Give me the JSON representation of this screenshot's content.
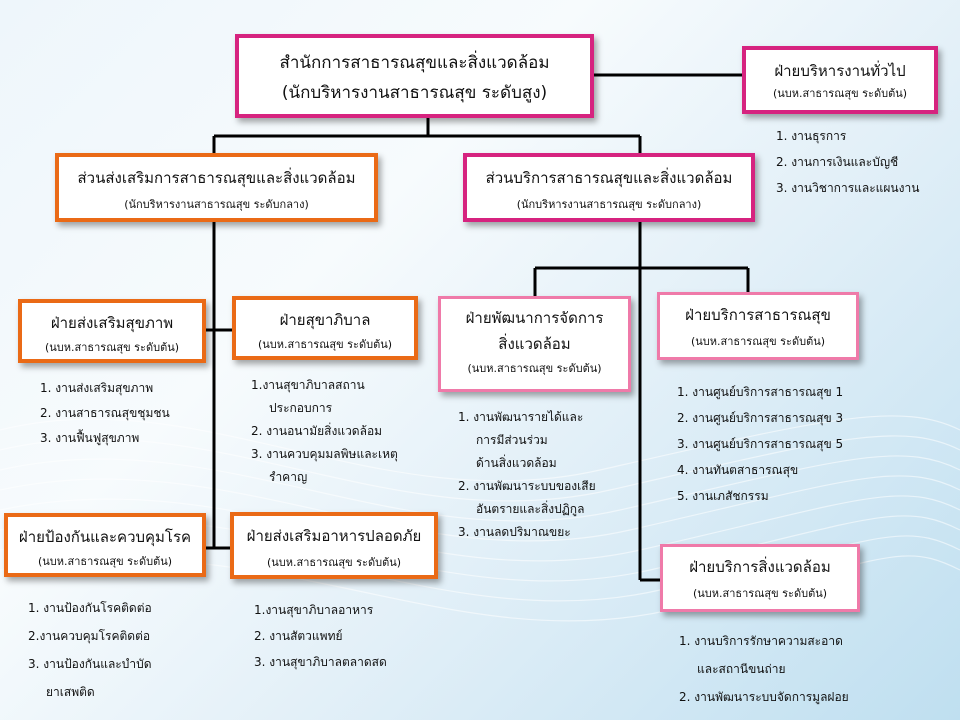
{
  "root": {
    "title": "สำนักการสาธารณสุขและสิ่งแวดล้อม",
    "subtitle": "(นักบริหารงานสาธารณสุข  ระดับสูง)"
  },
  "general_admin": {
    "title": "ฝ่ายบริหารงานทั่วไป",
    "subtitle": "(นบห.สาธารณสุข  ระดับต้น)",
    "items": [
      "1. งานธุรการ",
      "2. งานการเงินและบัญชี",
      "3. งานวิชาการและแผนงาน"
    ]
  },
  "promotion_div": {
    "title": "ส่วนส่งเสริมการสาธารณสุขและสิ่งแวดล้อม",
    "subtitle": "(นักบริหารงานสาธารณสุข ระดับกลาง)"
  },
  "service_div": {
    "title": "ส่วนบริการสาธารณสุขและสิ่งแวดล้อม",
    "subtitle": "(นักบริหารงานสาธารณสุข ระดับกลาง)"
  },
  "health_promotion": {
    "title": "ฝ่ายส่งเสริมสุขภาพ",
    "subtitle": "(นบห.สาธารณสุข ระดับต้น)",
    "items": [
      "1. งานส่งเสริมสุขภาพ",
      "2. งานสาธารณสุขชุมชน",
      "3. งานฟื้นฟูสุขภาพ"
    ]
  },
  "sanitation": {
    "title": "ฝ่ายสุขาภิบาล",
    "subtitle": "(นบห.สาธารณสุข ระดับต้น)",
    "items": [
      "1.งานสุขาภิบาลสถาน",
      "ประกอบการ",
      "2. งานอนามัยสิ่งแวดล้อม",
      "3. งานควบคุมมลพิษและเหตุ",
      "รำคาญ"
    ]
  },
  "disease_control": {
    "title": "ฝ่ายป้องกันและควบคุมโรค",
    "subtitle": "(นบห.สาธารณสุข ระดับต้น)",
    "items": [
      "1. งานป้องกันโรคติดต่อ",
      "2.งานควบคุมโรคติดต่อ",
      "3. งานป้องกันและบำบัด",
      "ยาเสพติด"
    ]
  },
  "food_safety": {
    "title": "ฝ่ายส่งเสริมอาหารปลอดภัย",
    "subtitle": "(นบห.สาธารณสุข ระดับต้น)",
    "items": [
      "1.งานสุขาภิบาลอาหาร",
      "2. งานสัตวแพทย์",
      "3. งานสุขาภิบาลตลาดสด"
    ]
  },
  "env_management": {
    "title_line1": "ฝ่ายพัฒนาการจัดการ",
    "title_line2": "สิ่งแวดล้อม",
    "subtitle": "(นบห.สาธารณสุข ระดับต้น)",
    "items": [
      "1. งานพัฒนารายได้และ",
      "การมีส่วนร่วม",
      "ด้านสิ่งแวดล้อม",
      "2. งานพัฒนาระบบของเสีย",
      "อันตรายและสิ่งปฏิกูล",
      "3. งานลดปริมาณขยะ"
    ]
  },
  "public_health_service": {
    "title": "ฝ่ายบริการสาธารณสุข",
    "subtitle": "(นบห.สาธารณสุข  ระดับต้น)",
    "items": [
      "1. งานศูนย์บริการสาธารณสุข 1",
      "2. งานศูนย์บริการสาธารณสุข 3",
      "3. งานศูนย์บริการสาธารณสุข 5",
      "4. งานทันตสาธารณสุข",
      "5. งานเภสัชกรรม"
    ]
  },
  "env_service": {
    "title": "ฝ่ายบริการสิ่งแวดล้อม",
    "subtitle": "(นบห.สาธารณสุข  ระดับต้น)",
    "items": [
      "1. งานบริการรักษาความสะอาด",
      "และสถานีขนถ่าย",
      "2. งานพัฒนาระบบจัดการมูลฝอย"
    ]
  },
  "colors": {
    "magenta": "#d6237f",
    "orange": "#ea6a16",
    "pink": "#ef7aa9",
    "connector": "#000000"
  }
}
